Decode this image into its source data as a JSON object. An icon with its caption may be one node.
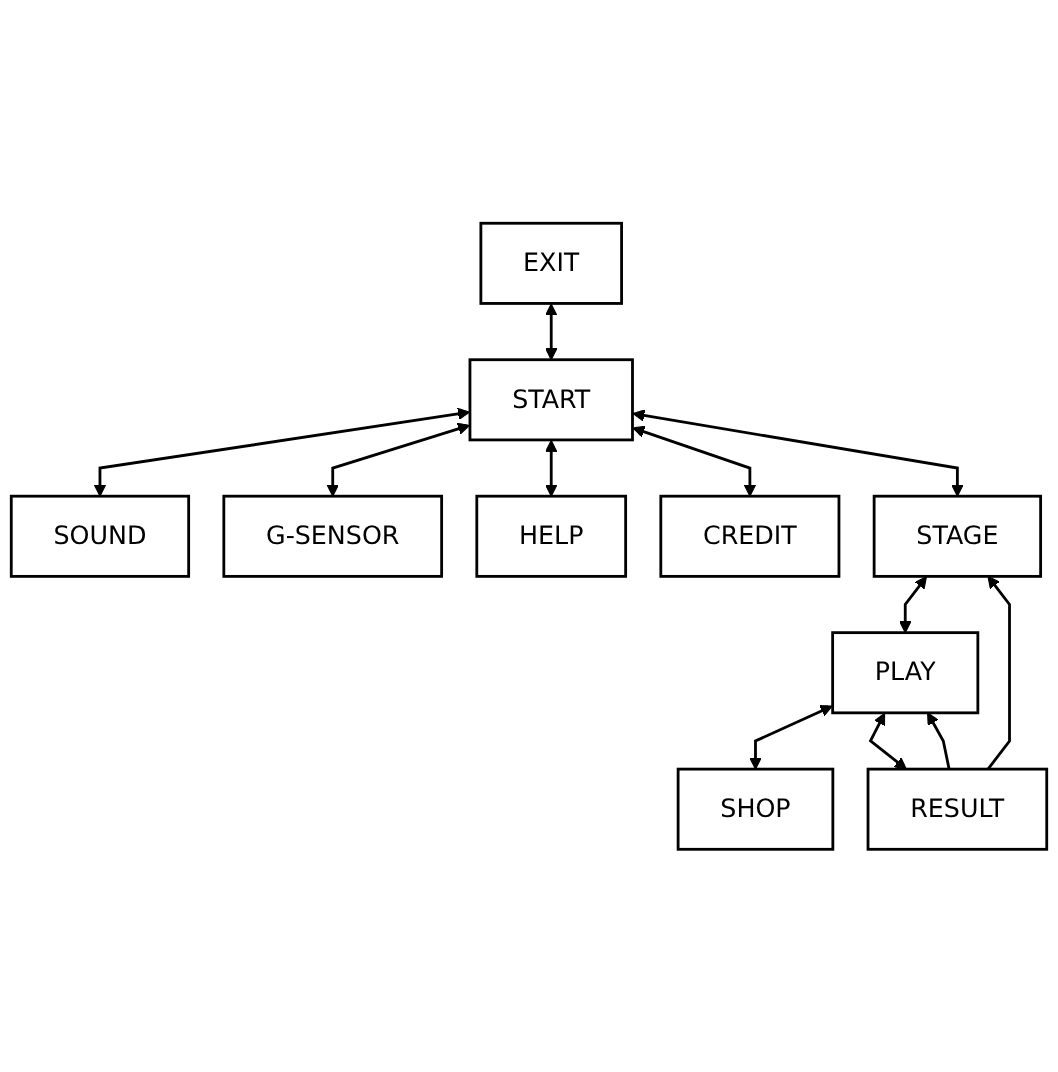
{
  "diagram": {
    "nodes": [
      {
        "text": [
          "EXIT"
        ]
      },
      {
        "text": [
          "START"
        ]
      },
      {
        "text": [
          "SOUND"
        ]
      },
      {
        "text": [
          "G-SENSOR"
        ]
      },
      {
        "text": [
          "HELP"
        ]
      },
      {
        "text": [
          "CREDIT"
        ]
      },
      {
        "text": [
          "STAGE"
        ]
      },
      {
        "text": [
          "PLAY"
        ]
      },
      {
        "text": [
          "SHOP"
        ]
      },
      {
        "text": [
          "RESULT"
        ]
      }
    ],
    "edges": [
      {
        "from": 0,
        "to": 1,
        "arrow": "both"
      },
      {
        "from": 1,
        "to": 2,
        "arrow": "both"
      },
      {
        "from": 1,
        "to": 3,
        "arrow": "both"
      },
      {
        "from": 1,
        "to": 4,
        "arrow": "both"
      },
      {
        "from": 1,
        "to": 5,
        "arrow": "both"
      },
      {
        "from": 1,
        "to": 6,
        "arrow": "both"
      },
      {
        "from": 6,
        "to": 7,
        "arrow": "both"
      },
      {
        "from": 7,
        "to": 8,
        "arrow": "both"
      },
      {
        "from": 7,
        "to": 9,
        "arrow": "both"
      },
      {
        "from": 9,
        "to": 6,
        "arrow": "to"
      },
      {
        "from": 9,
        "to": 7,
        "arrow": "to"
      }
    ]
  }
}
